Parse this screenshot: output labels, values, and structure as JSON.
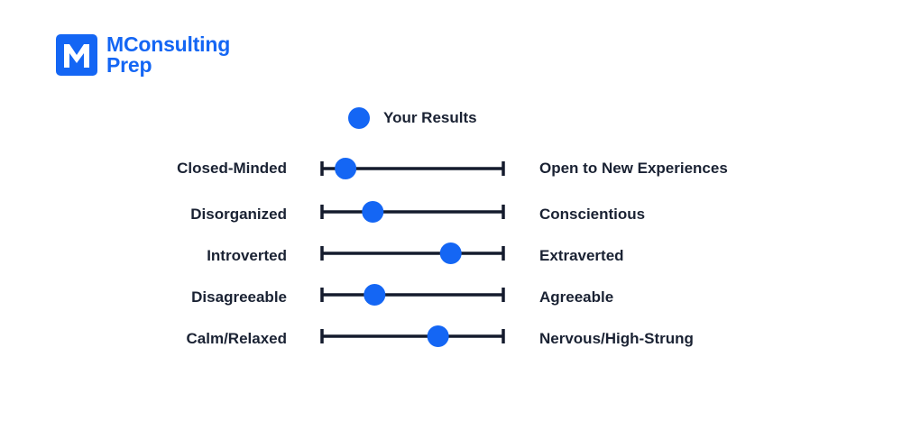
{
  "brand": {
    "line1": "MConsulting",
    "line2": "Prep",
    "color": "#1466f4"
  },
  "legend": {
    "label": "Your Results",
    "color": "#1466f4"
  },
  "chart_data": {
    "type": "scatter",
    "title": "",
    "scale_range": [
      0,
      1
    ],
    "traits": [
      {
        "left": "Closed-Minded",
        "right": "Open to New Experiences",
        "value": 0.13
      },
      {
        "left": "Disorganized",
        "right": "Conscientious",
        "value": 0.28
      },
      {
        "left": "Introverted",
        "right": "Extraverted",
        "value": 0.71
      },
      {
        "left": "Disagreeable",
        "right": "Agreeable",
        "value": 0.29
      },
      {
        "left": "Calm/Relaxed",
        "right": "Nervous/High-Strung",
        "value": 0.64
      }
    ],
    "line_color": "#141b2d",
    "marker_color": "#1466f4"
  }
}
